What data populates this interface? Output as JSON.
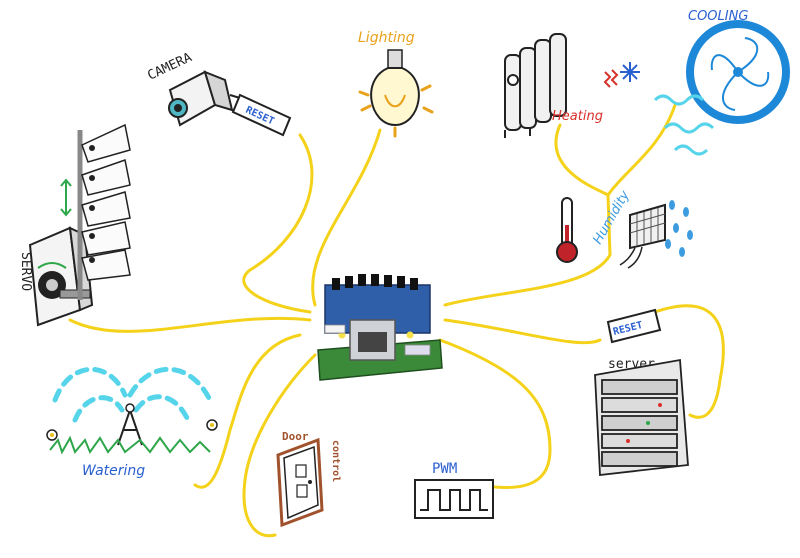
{
  "labels": {
    "camera": "CAMERA",
    "reset_camera": "RESET",
    "lighting": "Lighting",
    "heating": "Heating",
    "cooling": "COOLING",
    "humidity": "Humidity",
    "servo": "SERVO",
    "reset_server": "RESET",
    "server": "server",
    "watering": "Watering",
    "door": "Door",
    "control": "control",
    "pwm": "PWM"
  },
  "colors": {
    "wire": "#f5d21a",
    "lighting_text": "#e8a21c",
    "heating_text": "#d8302a",
    "cooling_text": "#2a5fd0",
    "humidity_text": "#3d9be0",
    "watering_text": "#2a5fd0",
    "door_text": "#a0522d",
    "ink": "#222222",
    "board_blue": "#2f5fa8",
    "board_green": "#3a8a3a",
    "fan_blue": "#1e88d8",
    "water_cyan": "#55d4ea"
  }
}
